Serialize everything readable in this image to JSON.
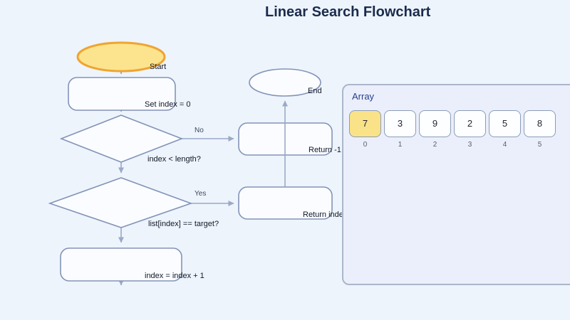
{
  "title": "Linear Search Flowchart",
  "flowchart": {
    "nodes": [
      {
        "id": "start",
        "type": "ellipse",
        "label": "Start",
        "highlighted": true
      },
      {
        "id": "init",
        "type": "process",
        "label": "Set index = 0"
      },
      {
        "id": "cond-length",
        "type": "decision",
        "label": "index < length?"
      },
      {
        "id": "cond-match",
        "type": "decision",
        "label": "list[index] == target?"
      },
      {
        "id": "increment",
        "type": "process",
        "label": "index = index + 1"
      },
      {
        "id": "return-neg1",
        "type": "process",
        "label": "Return -1"
      },
      {
        "id": "return-index",
        "type": "process",
        "label": "Return index"
      },
      {
        "id": "end",
        "type": "ellipse",
        "label": "End"
      }
    ],
    "edge_labels": {
      "no": "No",
      "yes": "Yes"
    }
  },
  "array_panel": {
    "title": "Array",
    "cells": [
      {
        "value": "7",
        "index": "0",
        "highlighted": true
      },
      {
        "value": "3",
        "index": "1",
        "highlighted": false
      },
      {
        "value": "9",
        "index": "2",
        "highlighted": false
      },
      {
        "value": "2",
        "index": "3",
        "highlighted": false
      },
      {
        "value": "5",
        "index": "4",
        "highlighted": false
      },
      {
        "value": "8",
        "index": "5",
        "highlighted": false
      }
    ]
  },
  "colors": {
    "background": "#EDF4FC",
    "node_fill": "#FAFCFF",
    "node_border": "#8494B8",
    "connector": "#9AA9C6",
    "highlight_fill": "#FBE48D",
    "highlight_border": "#F0A431",
    "panel_fill": "#EBEFFB",
    "panel_border": "#ABB6CA",
    "panel_title_text": "#26408C",
    "title_text": "#1A2B4C"
  }
}
